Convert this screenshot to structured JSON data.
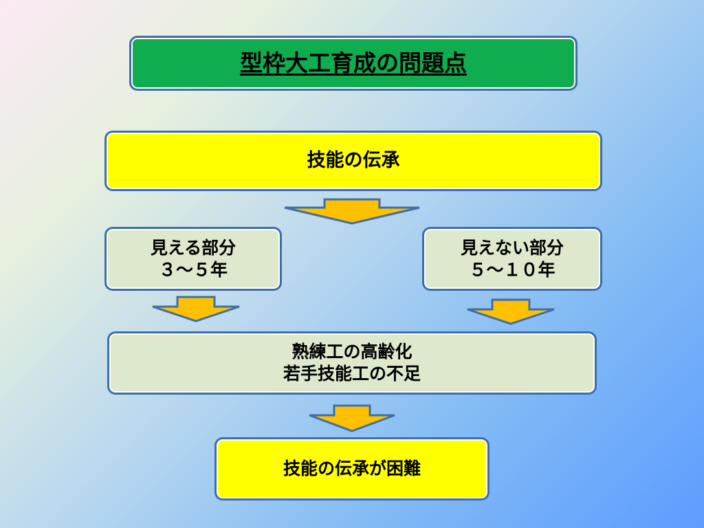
{
  "title": "型枠大工育成の問題点",
  "skill_transfer": "技能の伝承",
  "visible_part": {
    "line1": "見える部分",
    "line2": "３～５年"
  },
  "invisible_part": {
    "line1": "見えない部分",
    "line2": "５～１０年"
  },
  "aging": {
    "line1": "熟練工の高齢化",
    "line2": "若手技能工の不足"
  },
  "conclusion": "技能の伝承が困難",
  "colors": {
    "title_bg": "#0fad4f",
    "box_yellow": "#ffff00",
    "box_gray": "#dde8cd",
    "border": "#3e6ea8",
    "arrow_fill": "#ffc000"
  }
}
